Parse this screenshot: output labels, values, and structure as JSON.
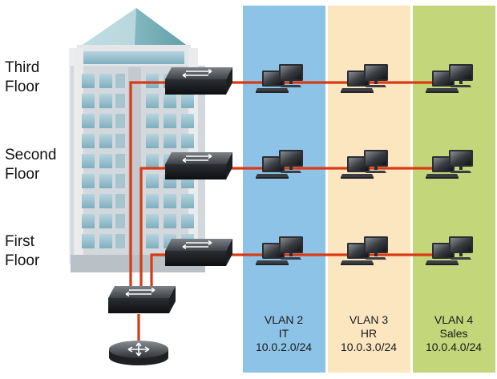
{
  "floors": [
    {
      "line1": "Third",
      "line2": "Floor"
    },
    {
      "line1": "Second",
      "line2": "Floor"
    },
    {
      "line1": "First",
      "line2": "Floor"
    }
  ],
  "vlans": [
    {
      "name": "VLAN 2",
      "dept": "IT",
      "subnet": "10.0.2.0/24",
      "color": "#8dc3e6"
    },
    {
      "name": "VLAN 3",
      "dept": "HR",
      "subnet": "10.0.3.0/24",
      "color": "#fbe6c0"
    },
    {
      "name": "VLAN 4",
      "dept": "Sales",
      "subnet": "10.0.4.0/24",
      "color": "#c3d67a"
    }
  ],
  "link_color": "#d93a14"
}
